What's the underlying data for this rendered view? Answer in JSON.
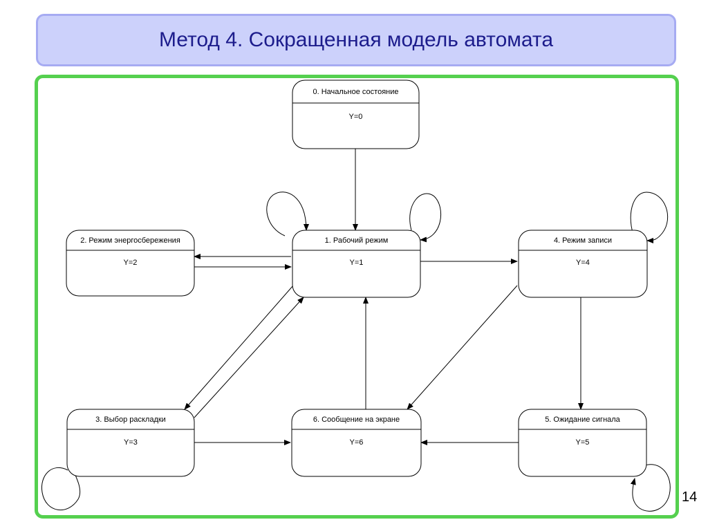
{
  "slide": {
    "title": "Метод 4. Сокращенная модель автомата",
    "page_number": "14"
  },
  "states": [
    {
      "id": "s0",
      "name": "0. Начальное состояние",
      "output": "Y=0"
    },
    {
      "id": "s1",
      "name": "1. Рабочий режим",
      "output": "Y=1"
    },
    {
      "id": "s2",
      "name": "2. Режим энергосбережения",
      "output": "Y=2"
    },
    {
      "id": "s3",
      "name": "3. Выбор раскладки",
      "output": "Y=3"
    },
    {
      "id": "s4",
      "name": "4. Режим записи",
      "output": "Y=4"
    },
    {
      "id": "s5",
      "name": "5. Ожидание сигнала",
      "output": "Y=5"
    },
    {
      "id": "s6",
      "name": "6. Сообщение на экране",
      "output": "Y=6"
    }
  ],
  "transitions": [
    {
      "from": "s0",
      "to": "s1"
    },
    {
      "from": "s1",
      "to": "s1"
    },
    {
      "from": "s1",
      "to": "s2"
    },
    {
      "from": "s2",
      "to": "s1"
    },
    {
      "from": "s1",
      "to": "s4"
    },
    {
      "from": "s4",
      "to": "s4"
    },
    {
      "from": "s1",
      "to": "s3"
    },
    {
      "from": "s3",
      "to": "s1"
    },
    {
      "from": "s3",
      "to": "s3"
    },
    {
      "from": "s3",
      "to": "s6"
    },
    {
      "from": "s6",
      "to": "s1"
    },
    {
      "from": "s4",
      "to": "s6"
    },
    {
      "from": "s4",
      "to": "s5"
    },
    {
      "from": "s5",
      "to": "s6"
    },
    {
      "from": "s5",
      "to": "s5"
    }
  ]
}
